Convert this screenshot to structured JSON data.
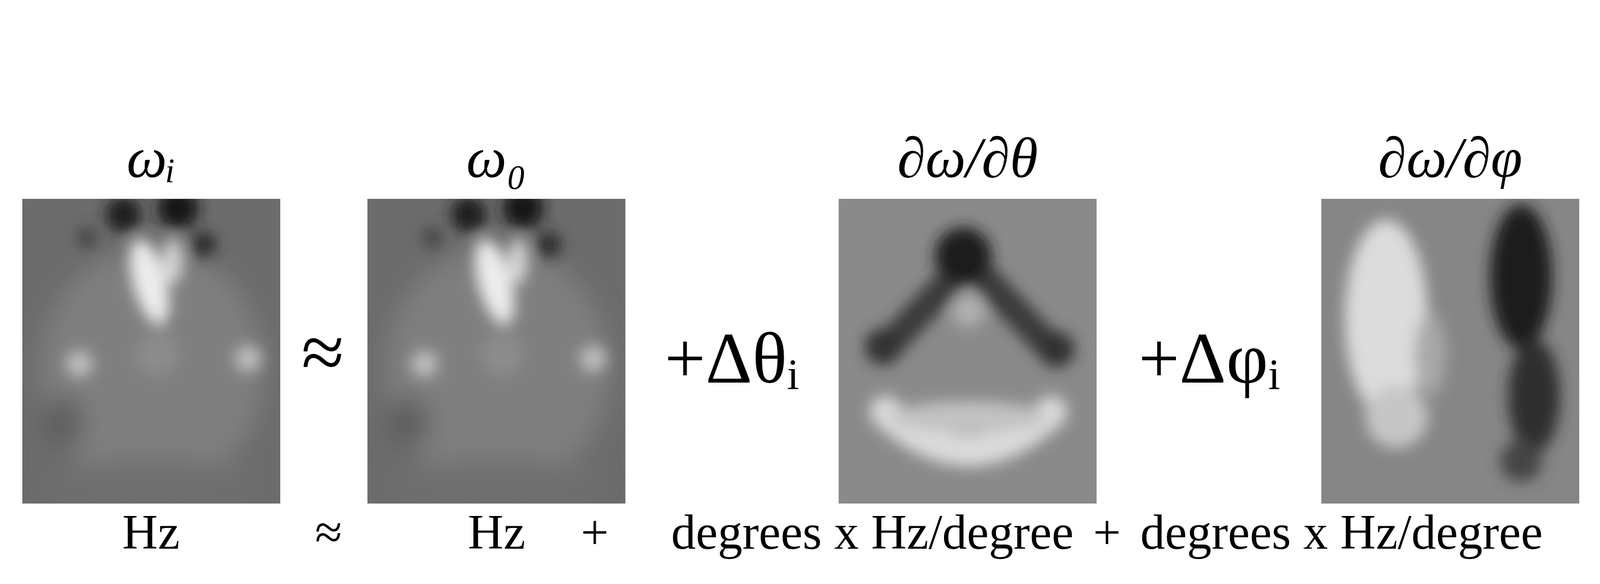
{
  "diagram": {
    "nodes": [
      {
        "text": [
          "ωᵢ"
        ]
      },
      {
        "text": [
          "ω₀"
        ]
      },
      {
        "text": [
          "∂ω/∂θ"
        ]
      },
      {
        "text": [
          "∂ω/∂φ"
        ]
      }
    ],
    "labels": [
      "≈",
      "+Δθᵢ",
      "+Δφᵢ",
      "Hz",
      "≈",
      "Hz",
      "+",
      "degrees x Hz/degree",
      "+",
      "degrees x Hz/degree"
    ]
  }
}
